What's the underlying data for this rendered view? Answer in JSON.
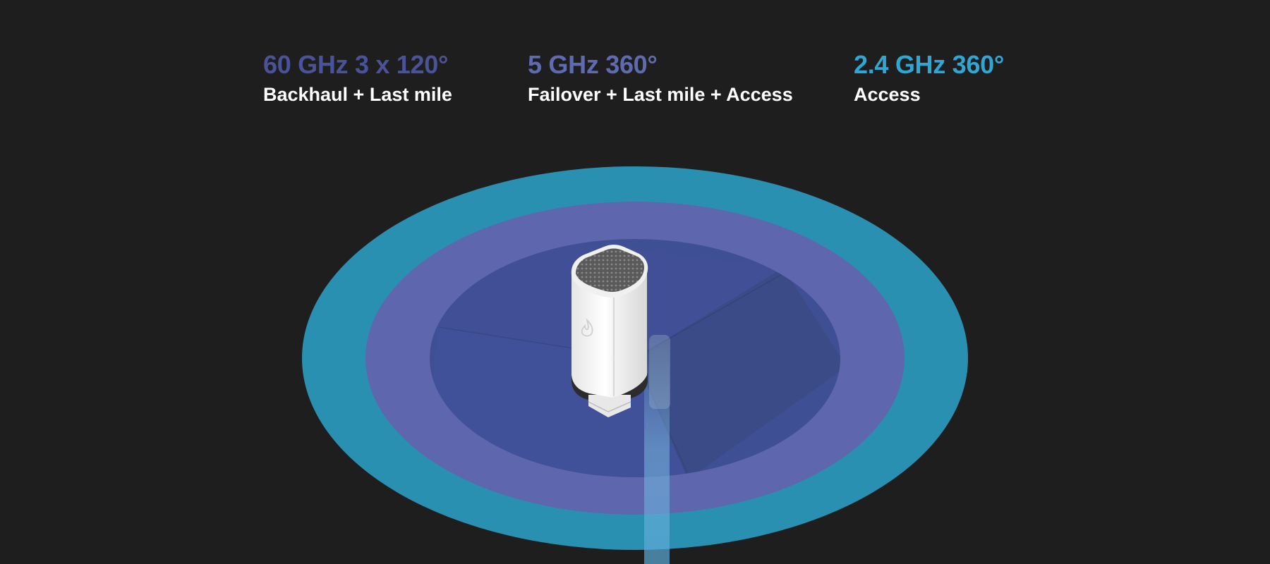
{
  "bands": [
    {
      "frequency": "60 GHz 3 x 120°",
      "role": "Backhaul + Last mile",
      "color": "#4a5399"
    },
    {
      "frequency": "5 GHz 360°",
      "role": "Failover + Last mile + Access",
      "color": "#5f6bb0"
    },
    {
      "frequency": "2.4 GHz 360°",
      "role": "Access",
      "color": "#2ea6d6"
    }
  ],
  "colors": {
    "background": "#1e1e1e",
    "ring_2_4ghz": "#2a90b2",
    "ring_5ghz": "#5e66ad",
    "disk_60ghz": "#3f4f94",
    "device_body": "#f2f2f2"
  },
  "device": {
    "logo_icon": "flame-icon"
  }
}
